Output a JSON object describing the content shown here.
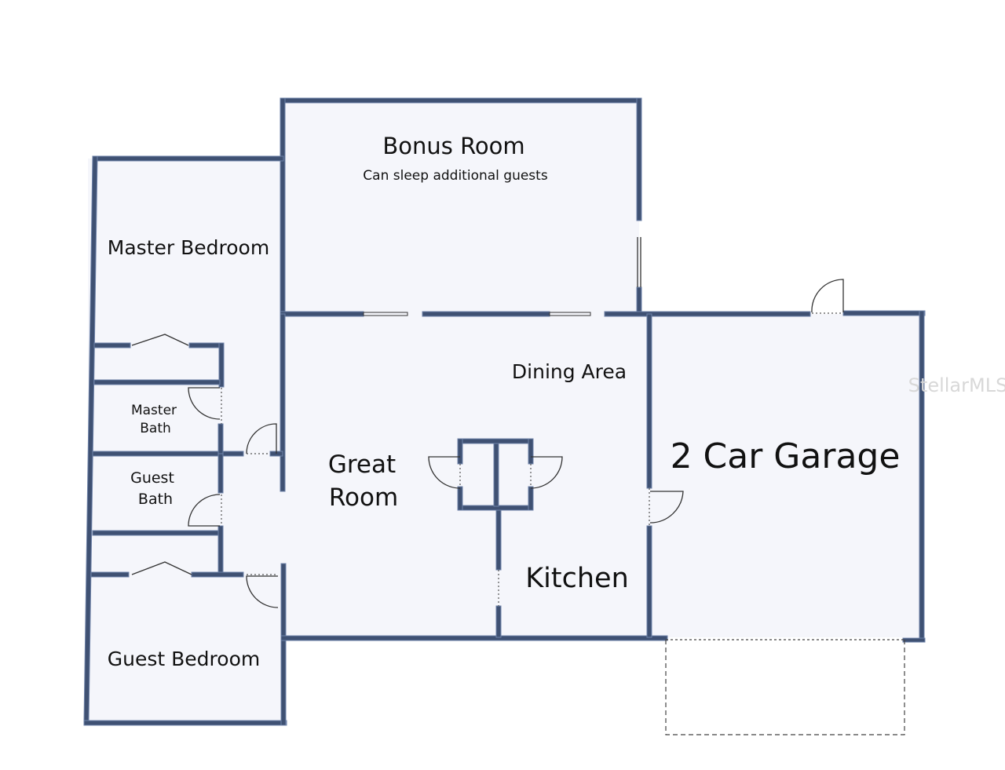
{
  "colors": {
    "wall_fill": "#3f5173",
    "wall_edge": "#6e82a8",
    "floor": "#f5f6fb",
    "background": "#ffffff",
    "door": "#333333",
    "dashed": "#444444"
  },
  "rooms": {
    "bonus_room": "Bonus Room",
    "bonus_room_note": "Can sleep additional guests",
    "master_bedroom": "Master Bedroom",
    "master_bath_line1": "Master",
    "master_bath_line2": "Bath",
    "guest_bath_line1": "Guest",
    "guest_bath_line2": "Bath",
    "great_room_line1": "Great",
    "great_room_line2": "Room",
    "dining_area": "Dining Area",
    "kitchen": "Kitchen",
    "garage": "2 Car Garage",
    "guest_bedroom": "Guest Bedroom"
  },
  "watermark": "StellarMLS",
  "icons": {
    "door": "door-swing-icon",
    "bifold": "bifold-door-icon",
    "opening": "dotted-opening-icon"
  }
}
